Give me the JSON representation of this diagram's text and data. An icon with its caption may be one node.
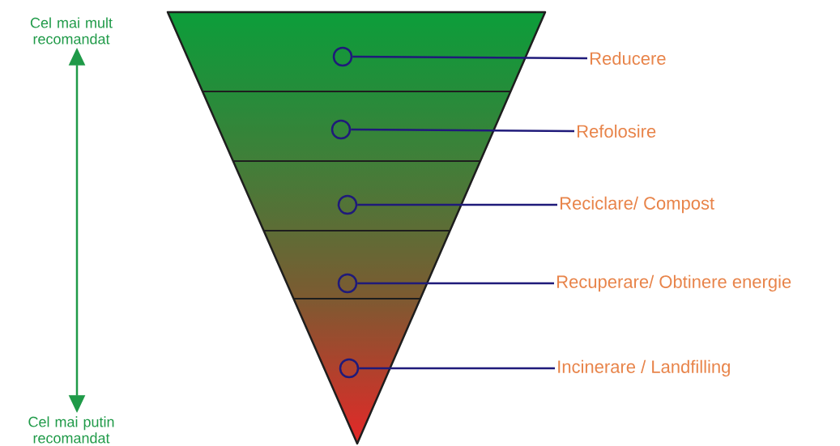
{
  "diagram": {
    "nodes": [
      {
        "text": [
          "Cel mai mult recomandat"
        ]
      },
      {
        "text": [
          "Cel mai putin recomandat"
        ]
      },
      {
        "text": [],
        "shape": "circle"
      },
      {
        "text": [
          "Reducere"
        ]
      },
      {
        "text": [],
        "shape": "circle"
      },
      {
        "text": [
          "Refolosire"
        ]
      },
      {
        "text": [],
        "shape": "circle"
      },
      {
        "text": [
          "Reciclare/ Compost"
        ]
      },
      {
        "text": [],
        "shape": "circle"
      },
      {
        "text": [
          "Recuperare/ Obtinere energie"
        ]
      },
      {
        "text": [],
        "shape": "circle"
      },
      {
        "text": [
          "Incinerare / Landfilling"
        ]
      }
    ],
    "edges": [
      {
        "from": 0,
        "to": 1,
        "arrow": "both",
        "color": "#1f9a48"
      },
      {
        "from": 3,
        "to": 2,
        "arrow": "none"
      },
      {
        "from": 5,
        "to": 4,
        "arrow": "none"
      },
      {
        "from": 7,
        "to": 6,
        "arrow": "none"
      },
      {
        "from": 9,
        "to": 8,
        "arrow": "none"
      },
      {
        "from": 11,
        "to": 10,
        "arrow": "none"
      }
    ]
  }
}
